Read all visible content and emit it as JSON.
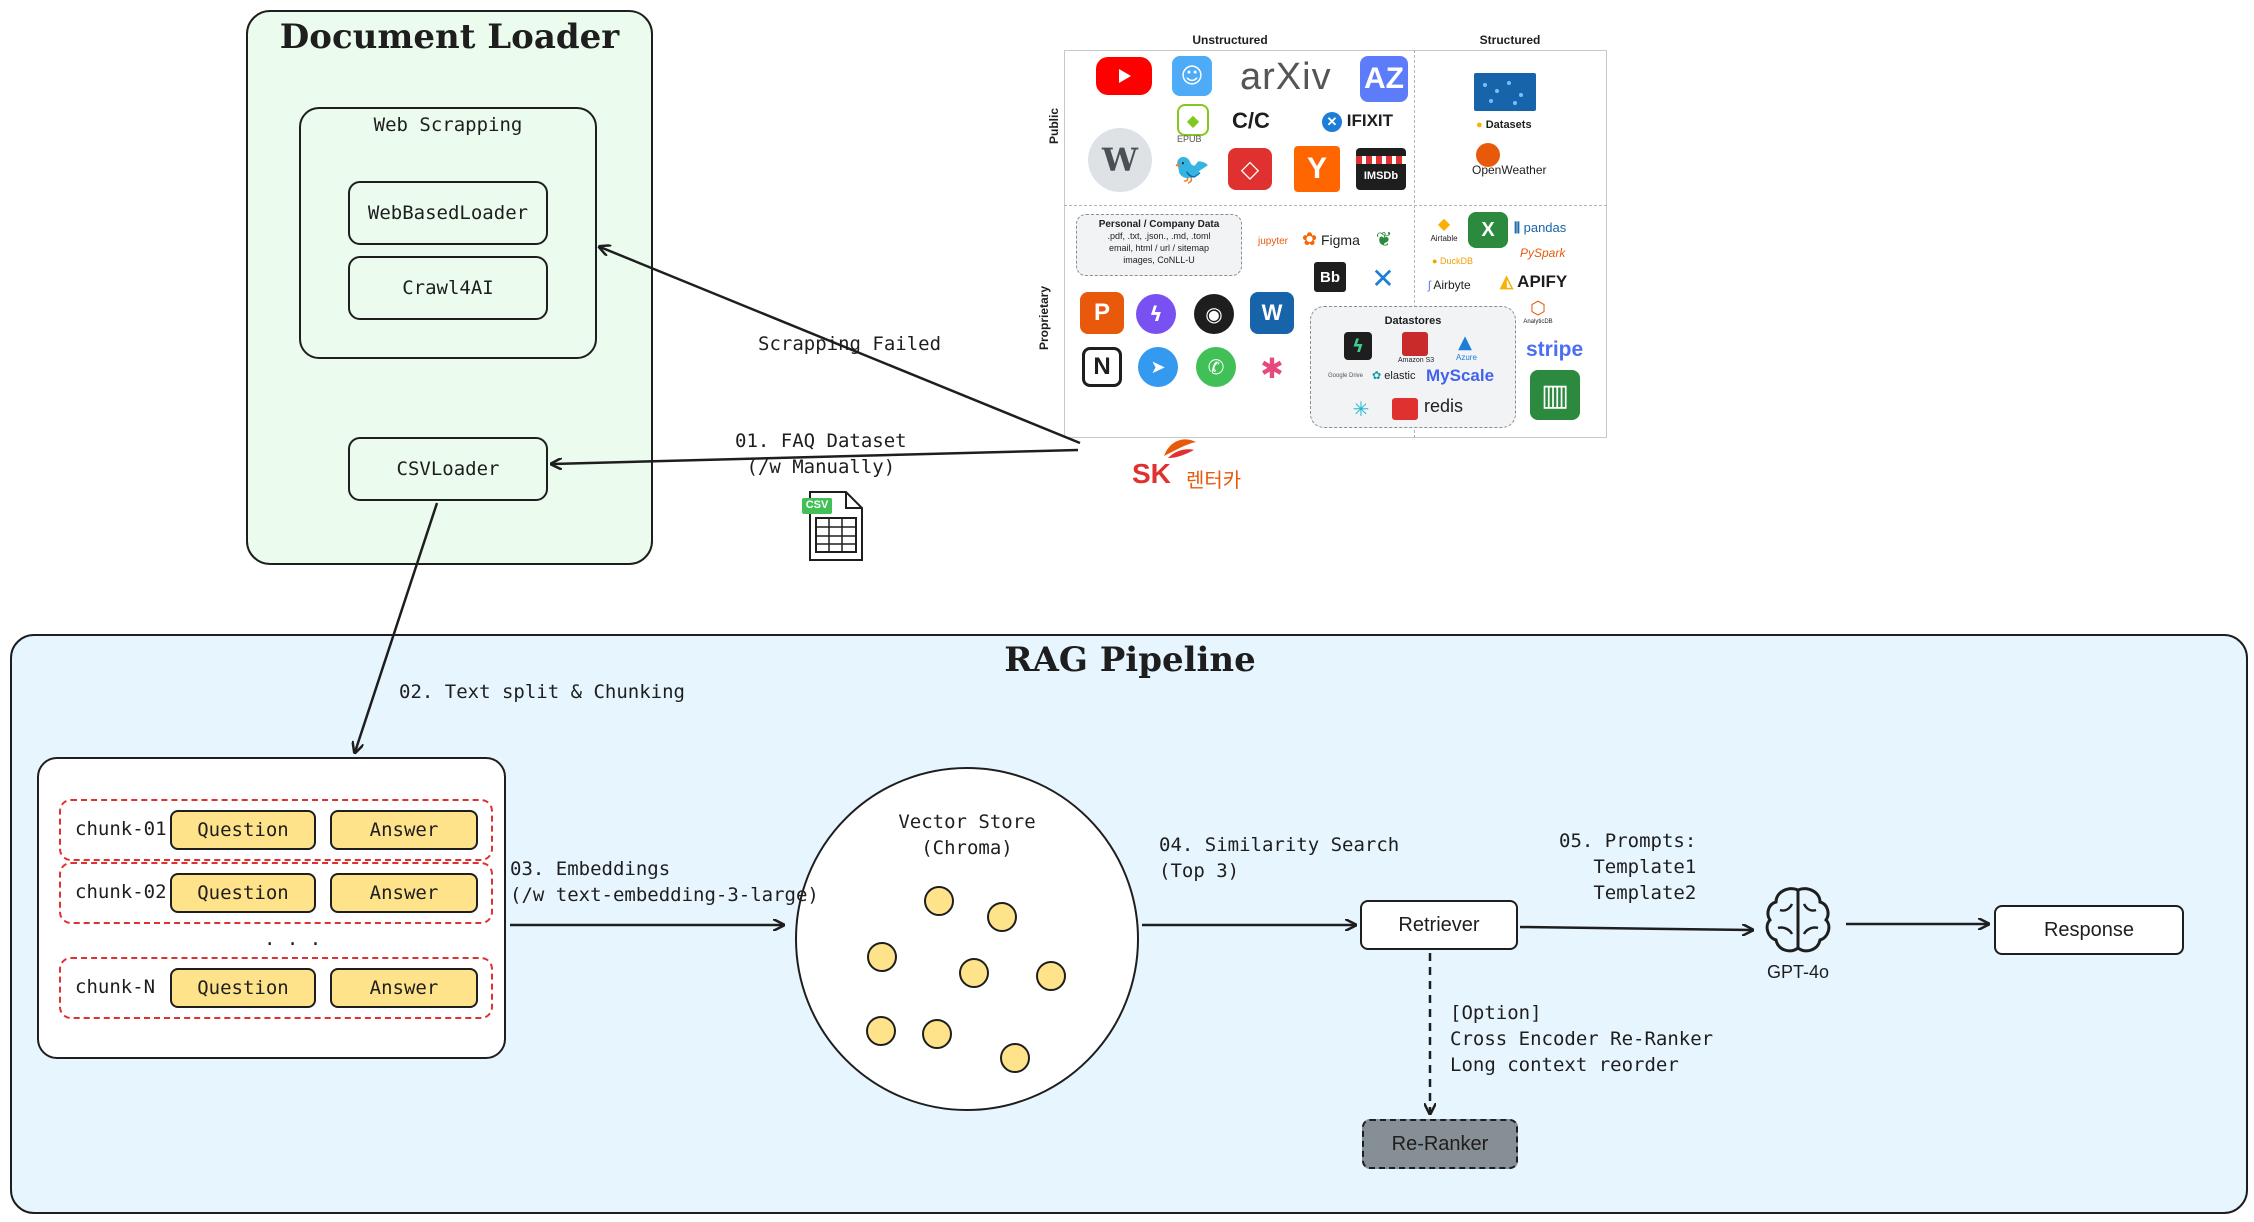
{
  "document_loader": {
    "title": "Document Loader",
    "web_scrapping": {
      "label": "Web Scrapping",
      "items": [
        "WebBasedLoader",
        "Crawl4AI"
      ]
    },
    "csv_loader": "CSVLoader"
  },
  "arrows": {
    "scrapping_failed": "Scrapping Failed",
    "faq_dataset": "01. FAQ Dataset\n(/w Manually)",
    "text_split": "02. Text split & Chunking",
    "embeddings": "03. Embeddings\n(/w text-embedding-3-large)",
    "similarity": "04. Similarity Search\n(Top 3)",
    "prompts": "05. Prompts:\n   Template1\n   Template2",
    "option": "[Option]\nCross Encoder Re-Ranker\nLong context reorder"
  },
  "csv_icon_label": "CSV",
  "rag": {
    "title": "RAG Pipeline",
    "chunks": [
      {
        "name": "chunk-01",
        "q": "Question",
        "a": "Answer"
      },
      {
        "name": "chunk-02",
        "q": "Question",
        "a": "Answer"
      },
      {
        "name": "chunk-N",
        "q": "Question",
        "a": "Answer"
      }
    ],
    "ellipsis": ". . .",
    "vector_store": "Vector Store\n(Chroma)",
    "retriever": "Retriever",
    "reranker": "Re-Ranker",
    "gpt": "GPT-4o",
    "response": "Response"
  },
  "sources": {
    "unstructured": "Unstructured",
    "structured": "Structured",
    "public": "Public",
    "proprietary": "Proprietary",
    "personal_title": "Personal / Company Data",
    "personal_lines": ".pdf, .txt, .json., .md, .toml\nemail, html / url / sitemap\nimages, CoNLL-U",
    "datastores": "Datastores",
    "epub": "EPUB",
    "arxiv": "arXiv",
    "az": "AZ",
    "cc": "C/C",
    "ifixit": "IFIXIT",
    "imsdb": "IMSDb",
    "y": "Y",
    "datasets": "Datasets",
    "openweather": "OpenWeather",
    "jupyter": "jupyter",
    "figma": "Figma",
    "bb": "Bb",
    "w": "W",
    "n": "N",
    "p": "P",
    "airtable": "Airtable",
    "x": "X",
    "pandas": "pandas",
    "pyspark": "PySpark",
    "duckdb": "DuckDB",
    "airbyte": "Airbyte",
    "apify": "APIFY",
    "analyticdb": "AnalyticDB",
    "stripe": "stripe",
    "amazon_s3": "Amazon S3",
    "azure": "Azure",
    "elastic": "elastic",
    "myscale": "MyScale",
    "redis": "redis",
    "google_drive": "Google Drive",
    "sk": "SK",
    "sk_sub": "렌터카"
  },
  "colors": {
    "loader_bg": "#ebfbee",
    "rag_bg": "#e7f5ff",
    "chip": "#ffe38a",
    "chunk_border": "#e03131",
    "reranker_bg": "#868e96"
  }
}
